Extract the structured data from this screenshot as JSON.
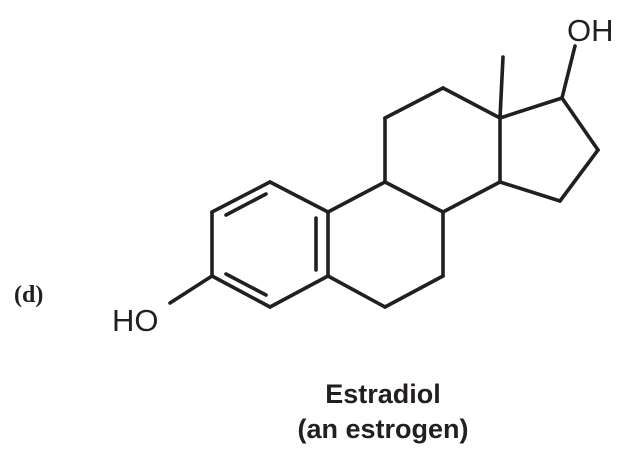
{
  "figure": {
    "part_label": "(d)",
    "name": "Estradiol",
    "class_note": "(an estrogen)"
  },
  "molecule": {
    "hydroxyl_top": "OH",
    "hydroxyl_left": "HO"
  }
}
